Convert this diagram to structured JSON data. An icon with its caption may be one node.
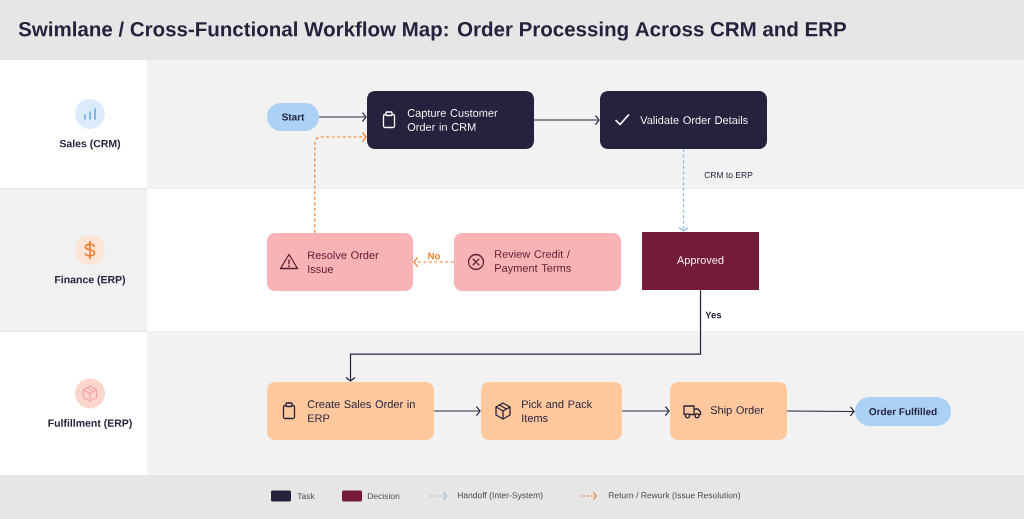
{
  "diagram": {
    "title": "Swimlane / Cross-Functional Workflow Map: Order Processing Across CRM and ERP",
    "nodes": [
      {
        "text": [
          "Sales (CRM)"
        ]
      },
      {
        "text": [
          "Start"
        ],
        "in": 0
      },
      {
        "text": [
          "Capture Customer Order in CRM"
        ],
        "in": 0
      },
      {
        "text": [
          "Validate Order Details"
        ],
        "in": 0
      },
      {
        "text": [
          "Finance (ERP)"
        ]
      },
      {
        "text": [
          "Resolve Order Issue"
        ],
        "in": 4
      },
      {
        "text": [
          "Review Credit / Payment Terms"
        ],
        "in": 4
      },
      {
        "text": [
          "Approved"
        ],
        "in": 4
      },
      {
        "text": [
          "Fulfillment (ERP)"
        ]
      },
      {
        "text": [
          "Create Sales Order in ERP"
        ],
        "in": 8
      },
      {
        "text": [
          "Pick and Pack Items"
        ],
        "in": 8
      },
      {
        "text": [
          "Ship Order"
        ],
        "in": 8
      },
      {
        "text": [
          "Order Fulfilled"
        ],
        "in": 8
      }
    ],
    "edges": [
      {
        "from": 1,
        "to": 2,
        "arrow": "to"
      },
      {
        "from": 2,
        "to": 3,
        "arrow": "to"
      },
      {
        "from": 3,
        "to": 7,
        "arrow": "to",
        "label": "CRM to ERP",
        "style": "dashed",
        "color": "#8ab9ec"
      },
      {
        "from": 7,
        "to": 9,
        "arrow": "to",
        "label": "Yes"
      },
      {
        "from": 6,
        "to": 5,
        "arrow": "to",
        "label": "No",
        "style": "dashed",
        "color": "#f07b2a"
      },
      {
        "from": 5,
        "to": 2,
        "arrow": "to",
        "style": "dashed",
        "color": "#f07b2a"
      },
      {
        "from": 9,
        "to": 10,
        "arrow": "to"
      },
      {
        "from": 10,
        "to": 11,
        "arrow": "to"
      },
      {
        "from": 11,
        "to": 12,
        "arrow": "to"
      }
    ],
    "legend": [
      {
        "text": "Task",
        "color": "#25223d"
      },
      {
        "text": "Decision",
        "color": "#731c3a"
      },
      {
        "text": "Handoff (Inter-System)"
      },
      {
        "text": "Return / Rework (Issue Resolution)"
      }
    ]
  }
}
